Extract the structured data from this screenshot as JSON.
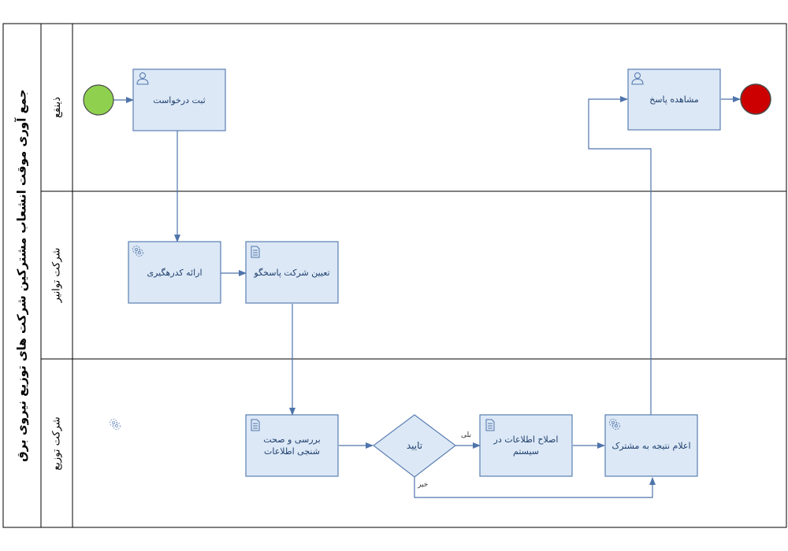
{
  "pool": {
    "title": "جمع آوری موقت انشعاب مشترکین شرکت های توزیع نیروی برق"
  },
  "lanes": [
    {
      "id": "lane1",
      "title": "ذینفع"
    },
    {
      "id": "lane2",
      "title": "شرکت توانیر"
    },
    {
      "id": "lane3",
      "title": "شرکت توزیع"
    }
  ],
  "tasks": {
    "submit_request": {
      "label": "ثبت درخواست",
      "icon": "user-icon"
    },
    "view_response": {
      "label": "مشاهده پاسخ",
      "icon": "user-icon"
    },
    "provide_tracking": {
      "label": "ارائه کدرهگیری",
      "icon": "gear-icon"
    },
    "assign_company": {
      "label": "تعیین شرکت پاسخگو",
      "icon": "document-icon"
    },
    "review_info": {
      "label": "بررسی و صحت شنجی اطلاعات",
      "icon": "document-icon"
    },
    "correct_info": {
      "label": "اصلاح اطلاعات در سیستم",
      "icon": "document-icon"
    },
    "announce_result": {
      "label": "اعلام نتیجه به مشترک",
      "icon": "gear-icon"
    }
  },
  "gateway": {
    "label": "تایید"
  },
  "flows": {
    "yes_label": "بلی",
    "no_label": "خیر"
  },
  "colors": {
    "task_fill": "#dce8f6",
    "task_stroke": "#5b7fb2",
    "start_fill": "#8fd14f",
    "end_fill": "#cc0000",
    "line": "#4f74ab"
  }
}
